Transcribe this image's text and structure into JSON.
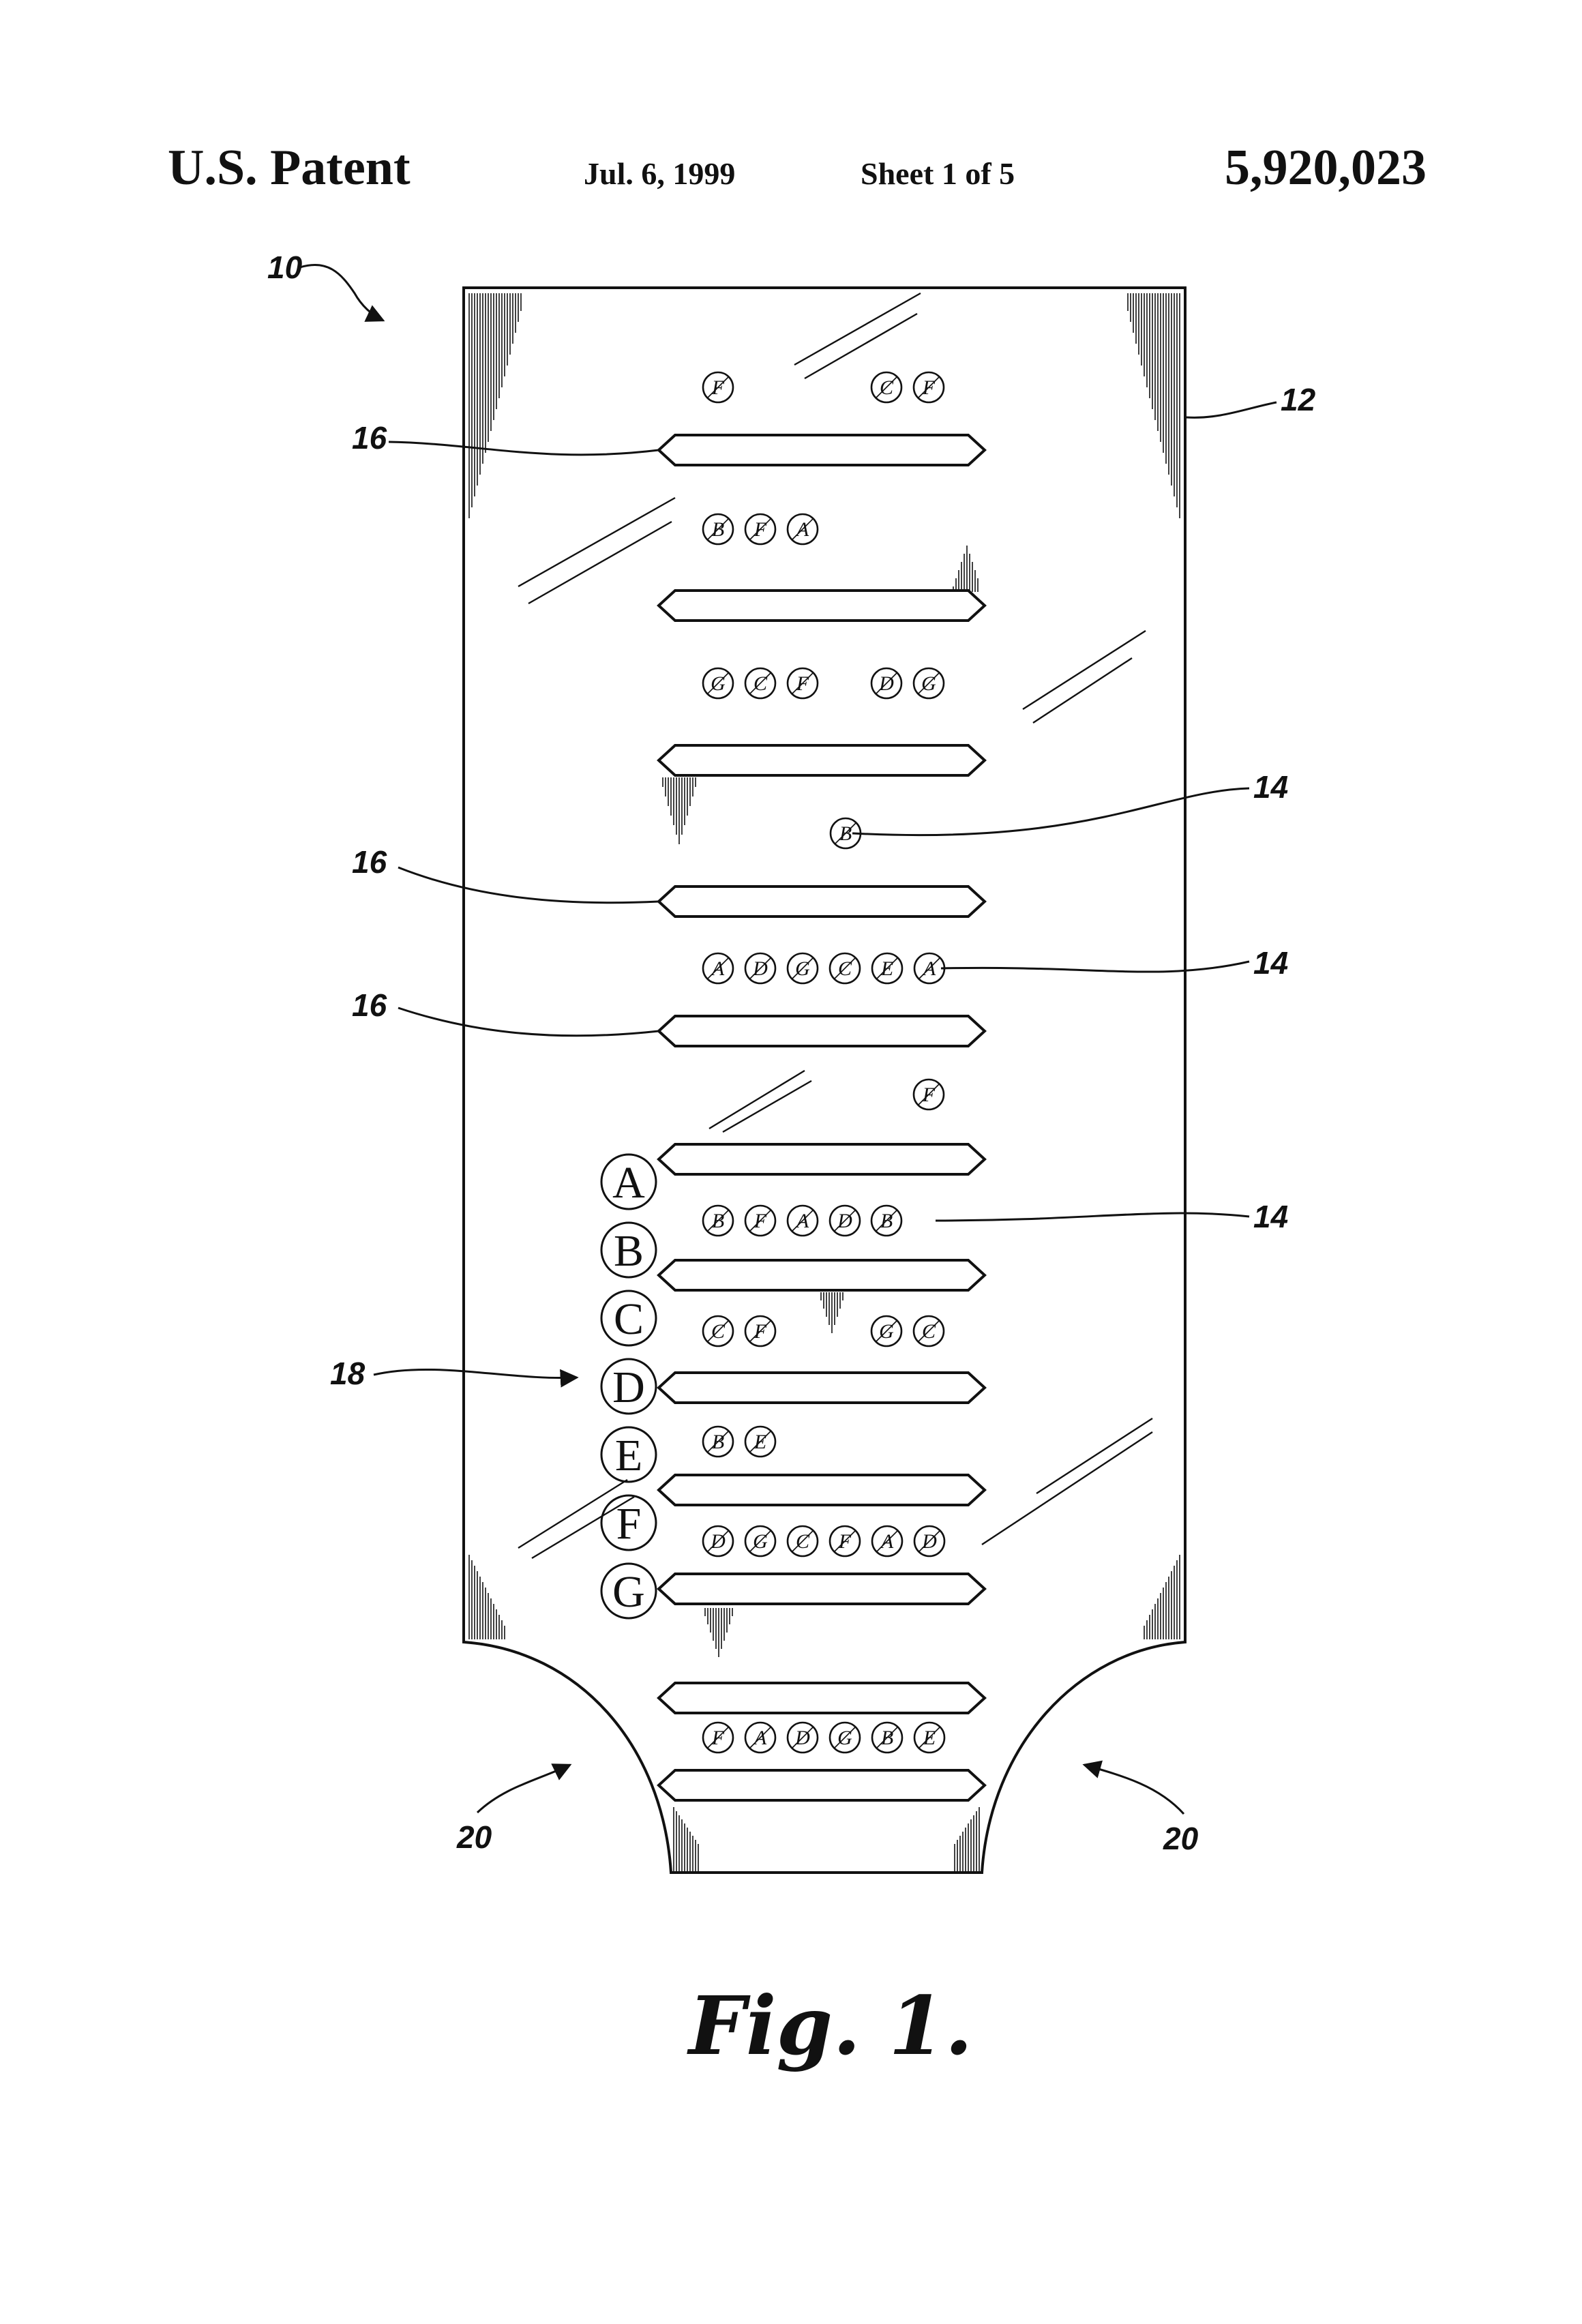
{
  "header": {
    "left": "U.S. Patent",
    "date": "Jul. 6, 1999",
    "sheet": "Sheet 1 of 5",
    "patent_number": "5,920,023"
  },
  "figure": {
    "caption": "Fig. 1.",
    "reference_numerals": {
      "device": "10",
      "sheet_body": "12",
      "bead": "14",
      "bar": "16",
      "legend": "18",
      "notch": "20"
    },
    "legend_letters": [
      "A",
      "B",
      "C",
      "D",
      "E",
      "F",
      "G"
    ],
    "bead_rows": [
      {
        "left": [
          "F"
        ],
        "right": [
          "C",
          "F"
        ]
      },
      {
        "left": [
          "B",
          "F",
          "A"
        ],
        "right": []
      },
      {
        "left": [
          "G",
          "C",
          "F"
        ],
        "right": [
          "D",
          "G"
        ]
      },
      {
        "left": [
          "B"
        ],
        "right": []
      },
      {
        "left": [
          "A",
          "D",
          "G",
          "C",
          "E",
          "A"
        ],
        "right": []
      },
      {
        "left": [
          "F"
        ],
        "right": []
      },
      {
        "left": [
          "B",
          "F",
          "A",
          "D"
        ],
        "right": [
          "B"
        ]
      },
      {
        "left": [
          "C",
          "F"
        ],
        "right": [
          "G",
          "C"
        ]
      },
      {
        "left": [
          "B",
          "E"
        ],
        "right": []
      },
      {
        "left": [
          "D",
          "G",
          "C",
          "F",
          "A",
          "D"
        ],
        "right": []
      },
      {
        "left": [
          "F",
          "A",
          "D",
          "G",
          "B",
          "E"
        ],
        "right": []
      }
    ]
  }
}
